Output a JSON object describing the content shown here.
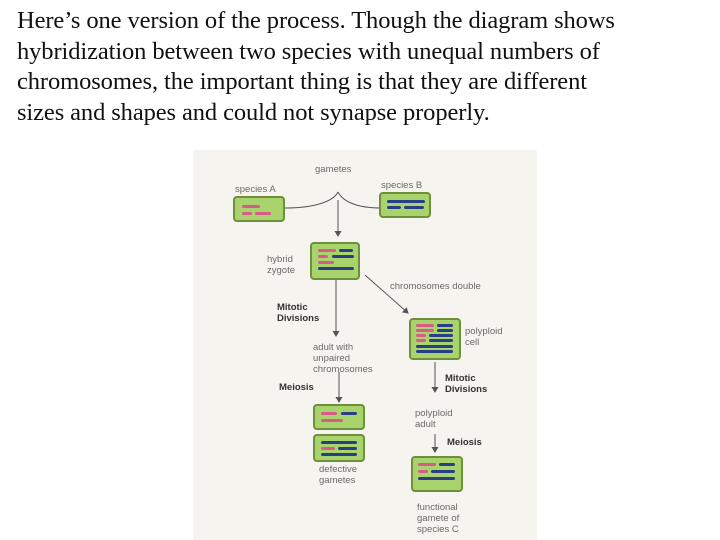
{
  "caption": {
    "line1": "Here’s one version of the process. Though the diagram shows",
    "line2": "hybridization between two species with unequal numbers of",
    "line3": "chromosomes, the important thing is that they are different",
    "line4": "sizes and shapes and could not synapse properly."
  },
  "diagram": {
    "gametes": "gametes",
    "species_a": "species A",
    "species_b": "species B",
    "hybrid_zygote": "hybrid\nzygote",
    "mitotic_divisions_left": "Mitotic\nDivisions",
    "chromosomes_double": "chromosomes double",
    "polyploid_cell": "polyploid\ncell",
    "adult_unpaired": "adult with\nunpaired\nchromosomes",
    "meiosis_left": "Meiosis",
    "mitotic_divisions_right": "Mitotic\nDivisions",
    "polyploid_adult": "polyploid\nadult",
    "meiosis_right": "Meiosis",
    "defective_gametes": "defective\ngametes",
    "functional_gametes": "functional\ngamete of\nspecies C",
    "colors": {
      "cell_fill": "#a9d36d",
      "cell_border": "#6f8f3a",
      "species_a_chromosome": "#d85b8a",
      "species_b_chromosome": "#2a3e86",
      "arrow": "#555555"
    }
  }
}
